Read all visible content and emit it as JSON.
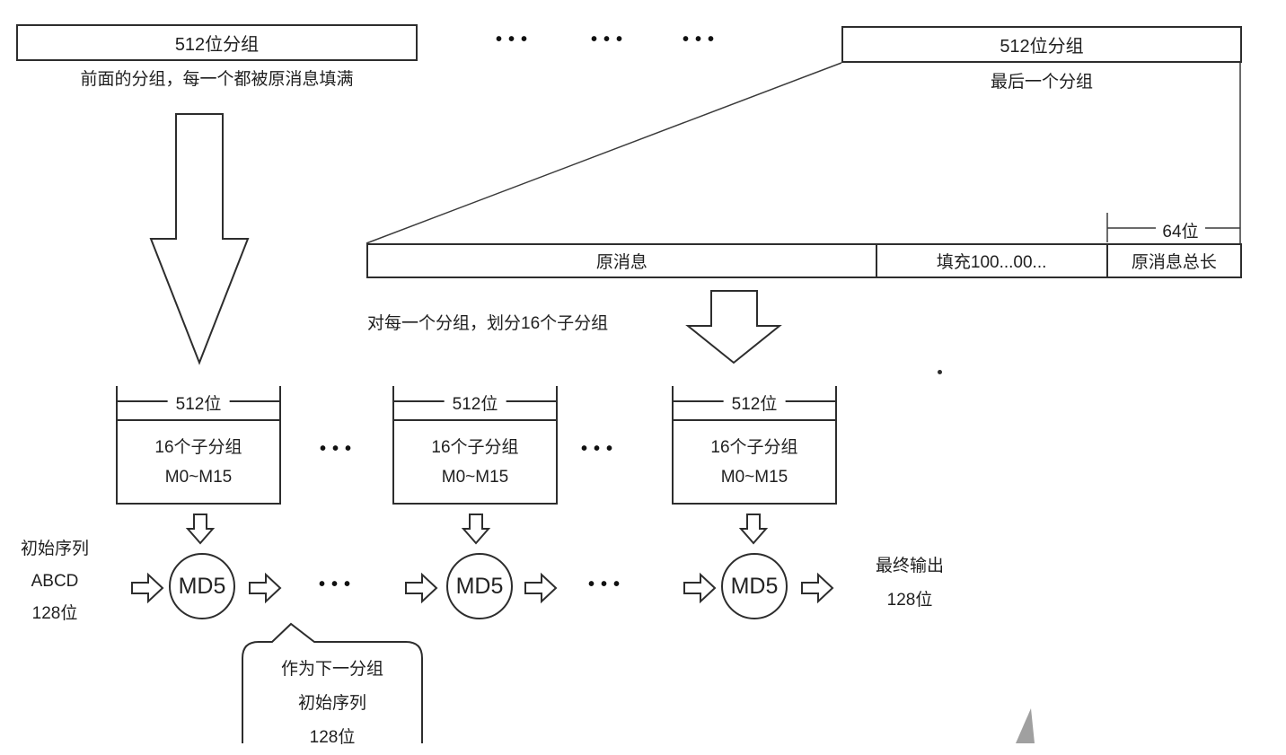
{
  "top": {
    "left_box_label": "512位分组",
    "left_caption": "前面的分组，每一个都被原消息填满",
    "ellipsis": "•••",
    "right_box_label": "512位分组",
    "right_caption": "最后一个分组"
  },
  "expanded": {
    "cell_message": "原消息",
    "cell_padding": "填充100...00...",
    "cell_length": "原消息总长",
    "measure_label": "64位"
  },
  "split_caption": "对每一个分组，划分16个子分组",
  "subgroups": [
    {
      "measure": "512位",
      "line1": "16个子分组",
      "line2": "M0~M15"
    },
    {
      "measure": "512位",
      "line1": "16个子分组",
      "line2": "M0~M15"
    },
    {
      "measure": "512位",
      "line1": "16个子分组",
      "line2": "M0~M15"
    }
  ],
  "md5_units": [
    {
      "label": "MD5"
    },
    {
      "label": "MD5"
    },
    {
      "label": "MD5"
    }
  ],
  "md5_row": {
    "ellipsis": "•••"
  },
  "initial_sequence": {
    "line1": "初始序列",
    "line2": "ABCD",
    "line3": "128位"
  },
  "final_output": {
    "line1": "最终输出",
    "line2": "128位"
  },
  "bubble": {
    "line1": "作为下一分组",
    "line2": "初始序列",
    "line3": "128位"
  },
  "colors": {
    "line": "#2d2d2d",
    "text": "#1f1f1f",
    "background": "#ffffff",
    "cursor_mark": "#8f8f8f"
  }
}
